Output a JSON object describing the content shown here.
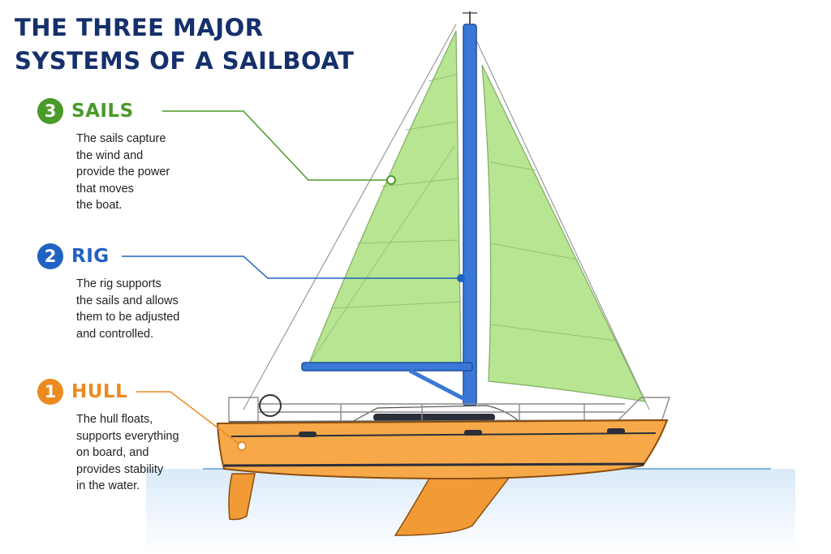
{
  "title_lines": [
    "THE THREE MAJOR",
    "SYSTEMS OF A SAILBOAT"
  ],
  "systems": [
    {
      "number": "3",
      "name": "SAILS",
      "description": "The sails capture\nthe wind and\nprovide the power\nthat moves\nthe boat.",
      "color": "#4a9a2a"
    },
    {
      "number": "2",
      "name": "RIG",
      "description": "The rig supports\nthe sails and allows\nthem to be adjusted\nand controlled.",
      "color": "#1f62c4"
    },
    {
      "number": "1",
      "name": "HULL",
      "description": "The hull floats,\nsupports everything\non board, and\nprovides stability\nin the water.",
      "color": "#ec8a1f"
    }
  ],
  "colors": {
    "title": "#15306b",
    "sail_fill": "#b4e48c",
    "hull_fill": "#f7a94a",
    "rig_blue": "#3a78d8",
    "water": "#e3f0fb"
  }
}
